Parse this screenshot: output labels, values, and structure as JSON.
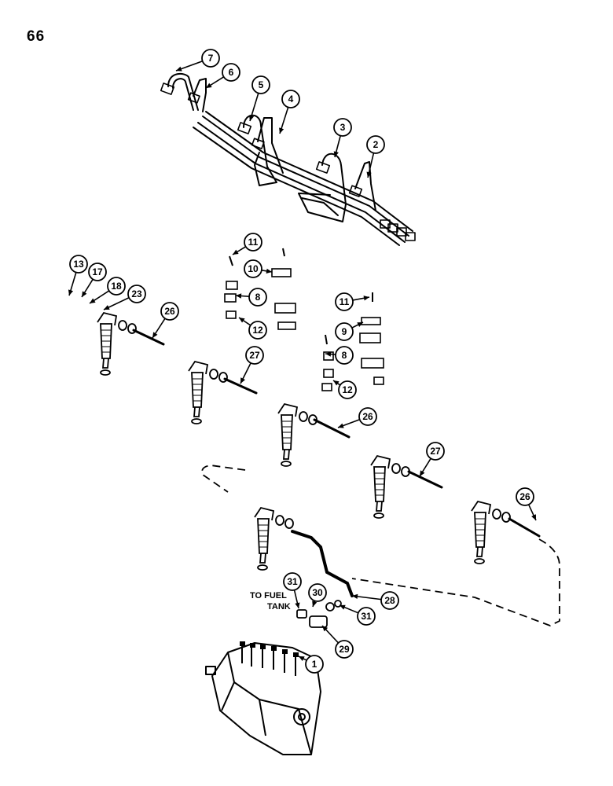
{
  "page": {
    "number": "66"
  },
  "callouts": [
    "1",
    "2",
    "3",
    "4",
    "5",
    "6",
    "7",
    "8",
    "8",
    "9",
    "10",
    "11",
    "11",
    "12",
    "12",
    "13",
    "17",
    "18",
    "23",
    "26",
    "26",
    "26",
    "27",
    "27",
    "28",
    "29",
    "30",
    "31",
    "31"
  ],
  "notes": {
    "fuel_tank_line1": "TO FUEL",
    "fuel_tank_line2": "TANK"
  },
  "colors": {
    "ink": "#000000",
    "paper": "#ffffff"
  }
}
